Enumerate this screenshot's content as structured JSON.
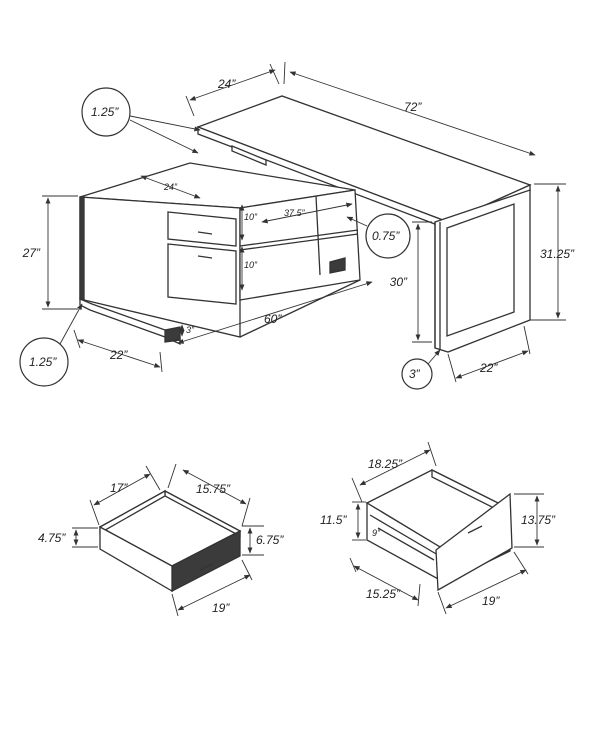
{
  "colors": {
    "line": "#333333",
    "panel": "#3b3b3b",
    "background": "#ffffff"
  },
  "desk": {
    "top_depth": "24”",
    "top_length": "72”",
    "top_thickness": "1.25”",
    "cabinet_depth": "24”",
    "cabinet_height": "27”",
    "shelf_height_upper": "10”",
    "shelf_height_lower": "10”",
    "shelf_width": "37.5”",
    "shelf_thickness": "0.75”",
    "total_height": "31.25”",
    "leg_height": "30”",
    "cabinet_length": "60”",
    "cabinet_side_depth": "22”",
    "base_thickness": "1.25”",
    "base_gap": "3”",
    "leg_thickness": "3”",
    "leg_depth": "22”"
  },
  "small_drawer": {
    "depth": "17”",
    "inner_width": "15.75”",
    "height_inner": "4.75”",
    "height_front": "6.75”",
    "front_width": "19”"
  },
  "large_drawer": {
    "inner_width": "18.25”",
    "height_inner": "11.5”",
    "front_height": "13.75”",
    "side_gap": "9”",
    "depth": "15.25”",
    "front_width": "19”"
  }
}
